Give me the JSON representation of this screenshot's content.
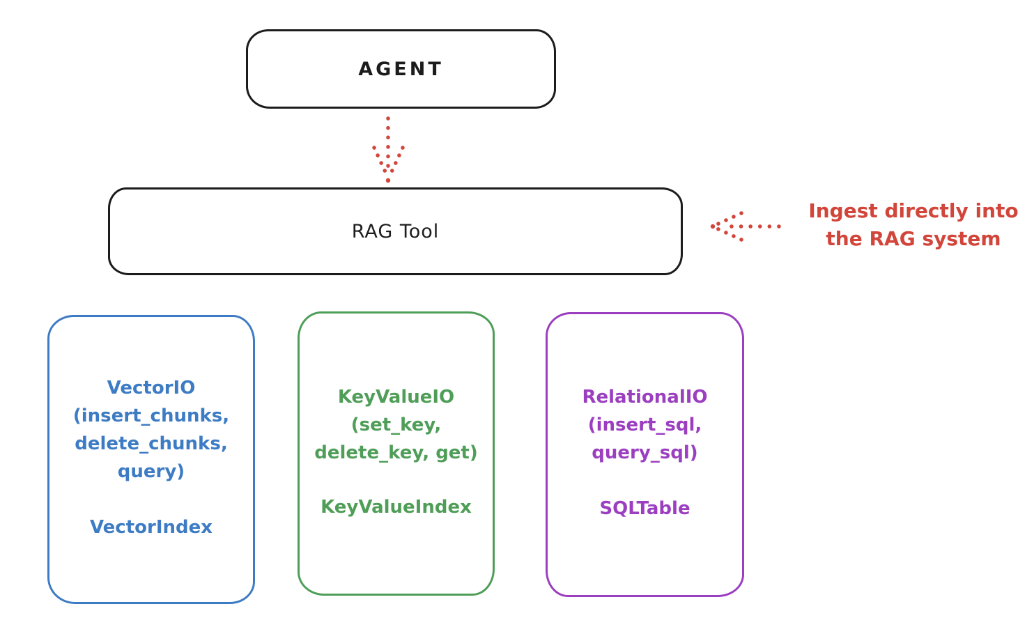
{
  "diagram": {
    "background_color": "#ffffff",
    "colors": {
      "outline_black": "#1c1c1c",
      "accent_red": "#d1453a",
      "vector_blue": "#3d7cc4",
      "keyvalue_green": "#4f9e58",
      "relational_purple": "#9b3fc0"
    },
    "nodes": {
      "agent": {
        "label": "AGENT"
      },
      "rag_tool": {
        "label": "RAG Tool"
      },
      "vector_io": {
        "lines": [
          "VectorIO",
          "(insert_chunks,",
          "delete_chunks,",
          "query)"
        ],
        "footer": "VectorIndex",
        "color": "#3d7cc4"
      },
      "key_value_io": {
        "lines": [
          "KeyValueIO",
          "(set_key,",
          "delete_key, get)"
        ],
        "footer": "KeyValueIndex",
        "color": "#4f9e58"
      },
      "relational_io": {
        "lines": [
          "RelationalIO",
          "(insert_sql,",
          "query_sql)"
        ],
        "footer": "SQLTable",
        "color": "#9b3fc0"
      }
    },
    "annotation": {
      "lines": [
        "Ingest directly into",
        "the RAG system"
      ],
      "color": "#d1453a"
    },
    "arrows": {
      "agent_to_rag": {
        "style": "dotted",
        "color": "#d1453a",
        "direction": "down",
        "from": "agent",
        "to": "rag_tool"
      },
      "annotation_to_rag": {
        "style": "dotted",
        "color": "#d1453a",
        "direction": "left",
        "from": "annotation",
        "to": "rag_tool"
      }
    }
  }
}
